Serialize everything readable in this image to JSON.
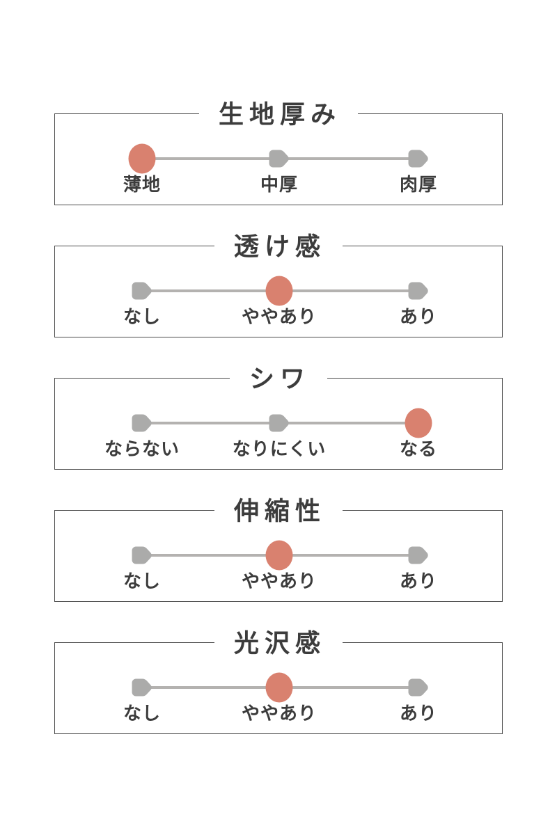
{
  "colors": {
    "selected": "#d9816f",
    "marker": "#ababaa",
    "line": "#b4b2b0",
    "border": "#4a4a4a",
    "text": "#3c3c3c",
    "background": "#ffffff"
  },
  "panels": [
    {
      "title": "生地厚み",
      "options": [
        {
          "label": "薄地",
          "selected": true
        },
        {
          "label": "中厚",
          "selected": false
        },
        {
          "label": "肉厚",
          "selected": false
        }
      ]
    },
    {
      "title": "透け感",
      "options": [
        {
          "label": "なし",
          "selected": false
        },
        {
          "label": "ややあり",
          "selected": true
        },
        {
          "label": "あり",
          "selected": false
        }
      ]
    },
    {
      "title": "シワ",
      "options": [
        {
          "label": "ならない",
          "selected": false
        },
        {
          "label": "なりにくい",
          "selected": false
        },
        {
          "label": "なる",
          "selected": true
        }
      ]
    },
    {
      "title": "伸縮性",
      "options": [
        {
          "label": "なし",
          "selected": false
        },
        {
          "label": "ややあり",
          "selected": true
        },
        {
          "label": "あり",
          "selected": false
        }
      ]
    },
    {
      "title": "光沢感",
      "options": [
        {
          "label": "なし",
          "selected": false
        },
        {
          "label": "ややあり",
          "selected": true
        },
        {
          "label": "あり",
          "selected": false
        }
      ]
    }
  ]
}
